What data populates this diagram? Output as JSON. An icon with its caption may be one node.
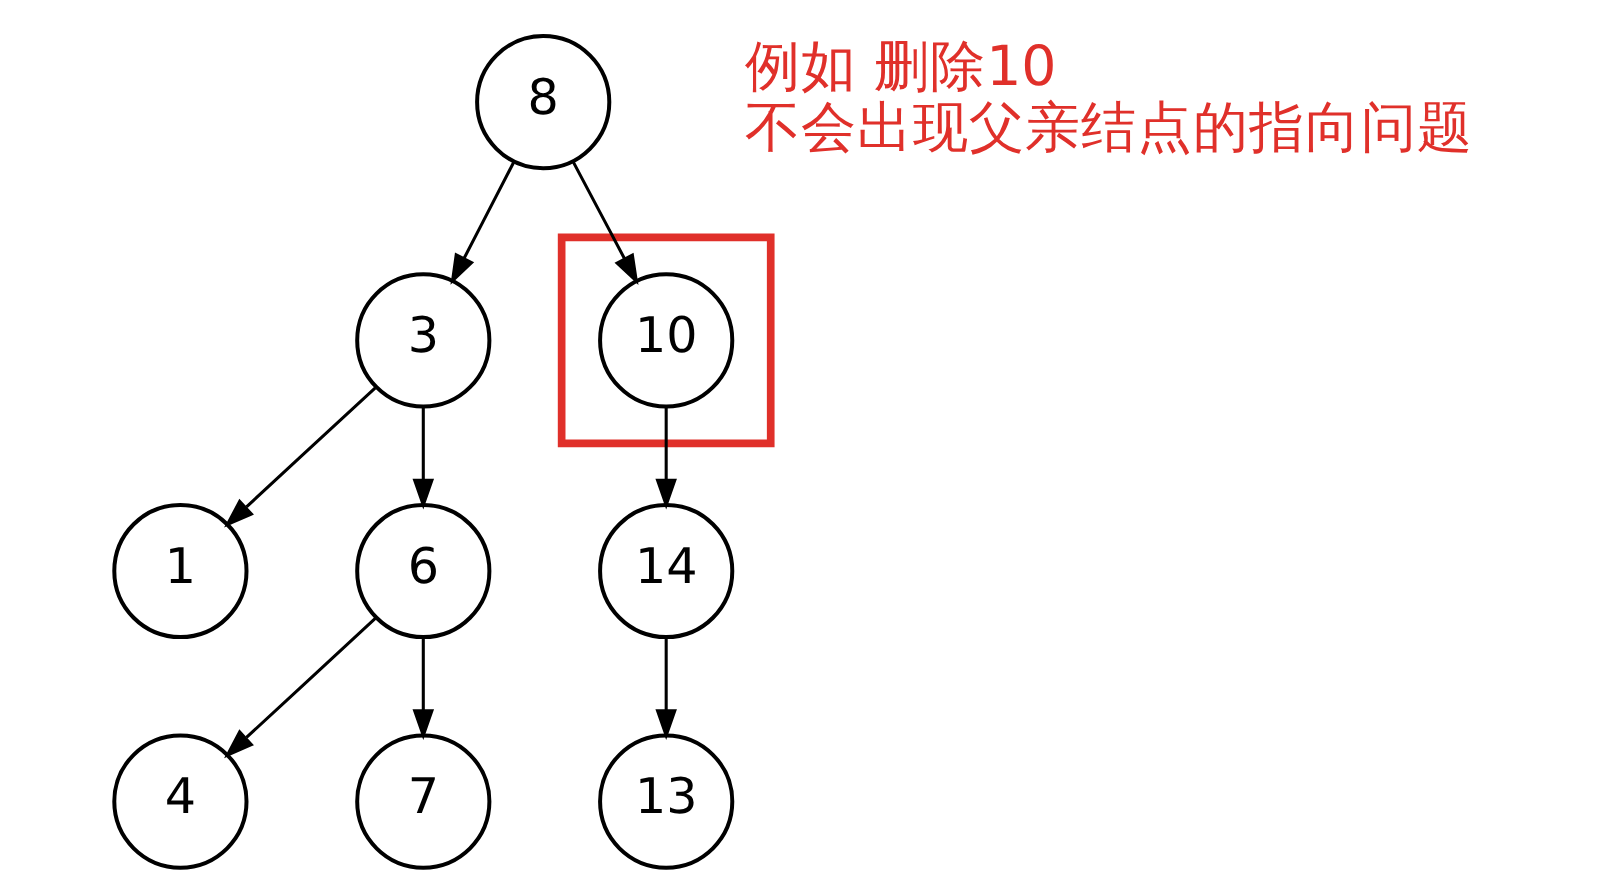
{
  "diagram": {
    "nodes": [
      {
        "text": [
          "8"
        ]
      },
      {
        "text": [],
        "shape": "box"
      },
      {
        "text": [
          "3"
        ]
      },
      {
        "text": [
          "10"
        ],
        "in": 1
      },
      {
        "text": [
          "1"
        ]
      },
      {
        "text": [
          "6"
        ]
      },
      {
        "text": [
          "14"
        ]
      },
      {
        "text": [
          "4"
        ]
      },
      {
        "text": [
          "7"
        ]
      },
      {
        "text": [
          "13"
        ]
      }
    ],
    "edges": [
      {
        "from": 0,
        "to": 2,
        "arrow": "to"
      },
      {
        "from": 0,
        "to": 3,
        "arrow": "to"
      },
      {
        "from": 2,
        "to": 4,
        "arrow": "to"
      },
      {
        "from": 2,
        "to": 5,
        "arrow": "to"
      },
      {
        "from": 3,
        "to": 6,
        "arrow": "to"
      },
      {
        "from": 5,
        "to": 7,
        "arrow": "to"
      },
      {
        "from": 5,
        "to": 8,
        "arrow": "to"
      },
      {
        "from": 6,
        "to": 9,
        "arrow": "to"
      }
    ],
    "labels": [
      "例如 删除10",
      "不会出现父亲结点的指向问题"
    ]
  }
}
